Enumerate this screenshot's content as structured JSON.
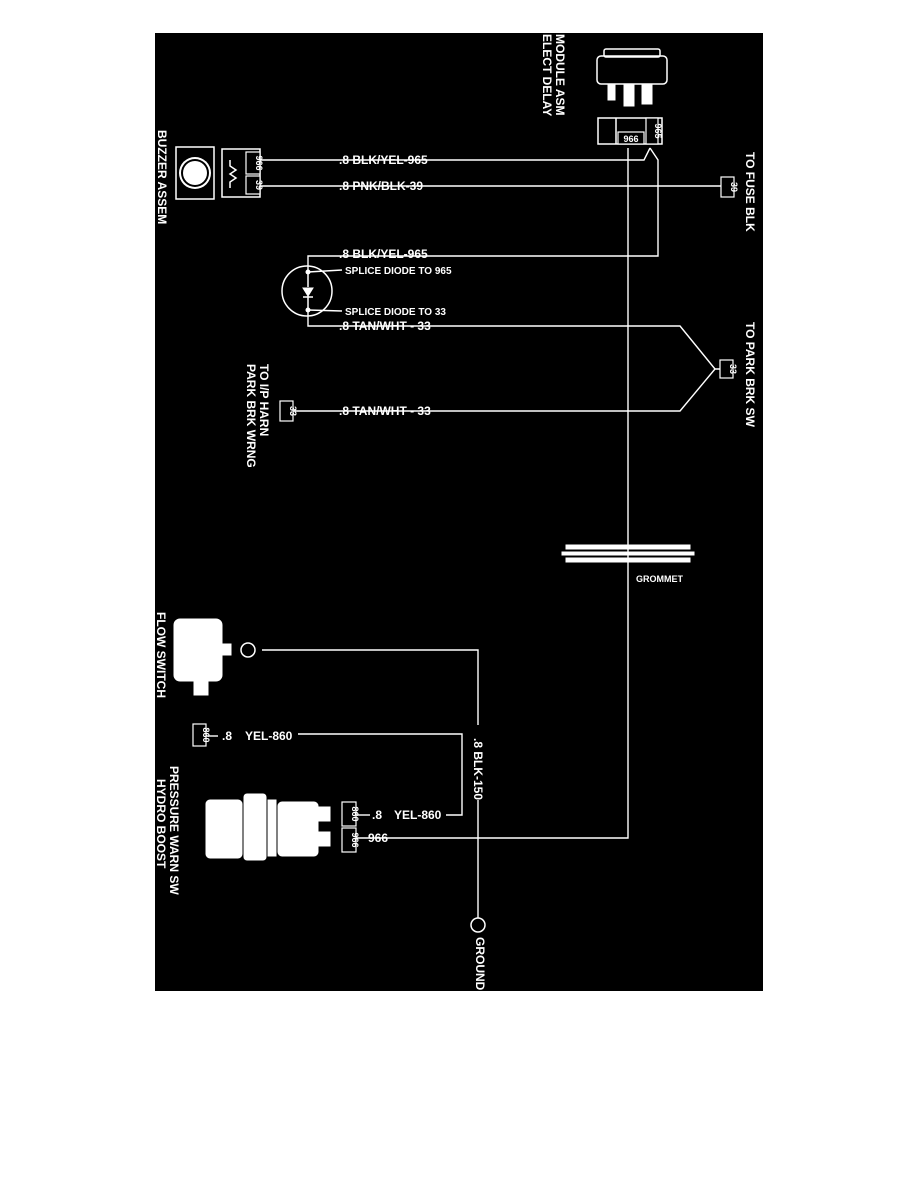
{
  "colors": {
    "background": "#000000",
    "ink": "#ffffff",
    "page": "#ffffff"
  },
  "components": {
    "module_l1": "MODULE ASM",
    "module_l2": "ELECT DELAY",
    "buzzer": "BUZZER ASSEM",
    "fuse_blk": "TO FUSE BLK",
    "park_brk_sw": "TO PARK BRK SW",
    "ip_harn_l1": "TO I/P HARN",
    "ip_harn_l2": "PARK BRK WRNG",
    "grommet": "GROMMET",
    "flow_switch": "FLOW SWITCH",
    "hydro_l1": "HYDRO BOOST",
    "hydro_l2": "PRESSURE WARN SW",
    "ground": "GROUND"
  },
  "wires": {
    "w1": ".8 BLK/YEL-965",
    "w2": ".8 PNK/BLK-39",
    "w3": ".8 BLK/YEL-965",
    "splice1": "SPLICE DIODE TO 965",
    "splice2": "SPLICE DIODE TO 33",
    "w4": ".8 TAN/WHT - 33",
    "w5": ".8 TAN/WHT - 33",
    "w6_gauge": ".8",
    "w6_color": "YEL-860",
    "w7": ".8 BLK-150",
    "w8_gauge": ".8",
    "w8_color": "YEL-860",
    "w9": "966"
  },
  "terminals": {
    "mod_a": "966",
    "mod_b": "965",
    "buz_a": "966",
    "buz_b": "39",
    "fuse": "39",
    "park": "33",
    "iph": "33",
    "flow_860": "860",
    "hyd_860": "860",
    "hyd_966": "966"
  }
}
